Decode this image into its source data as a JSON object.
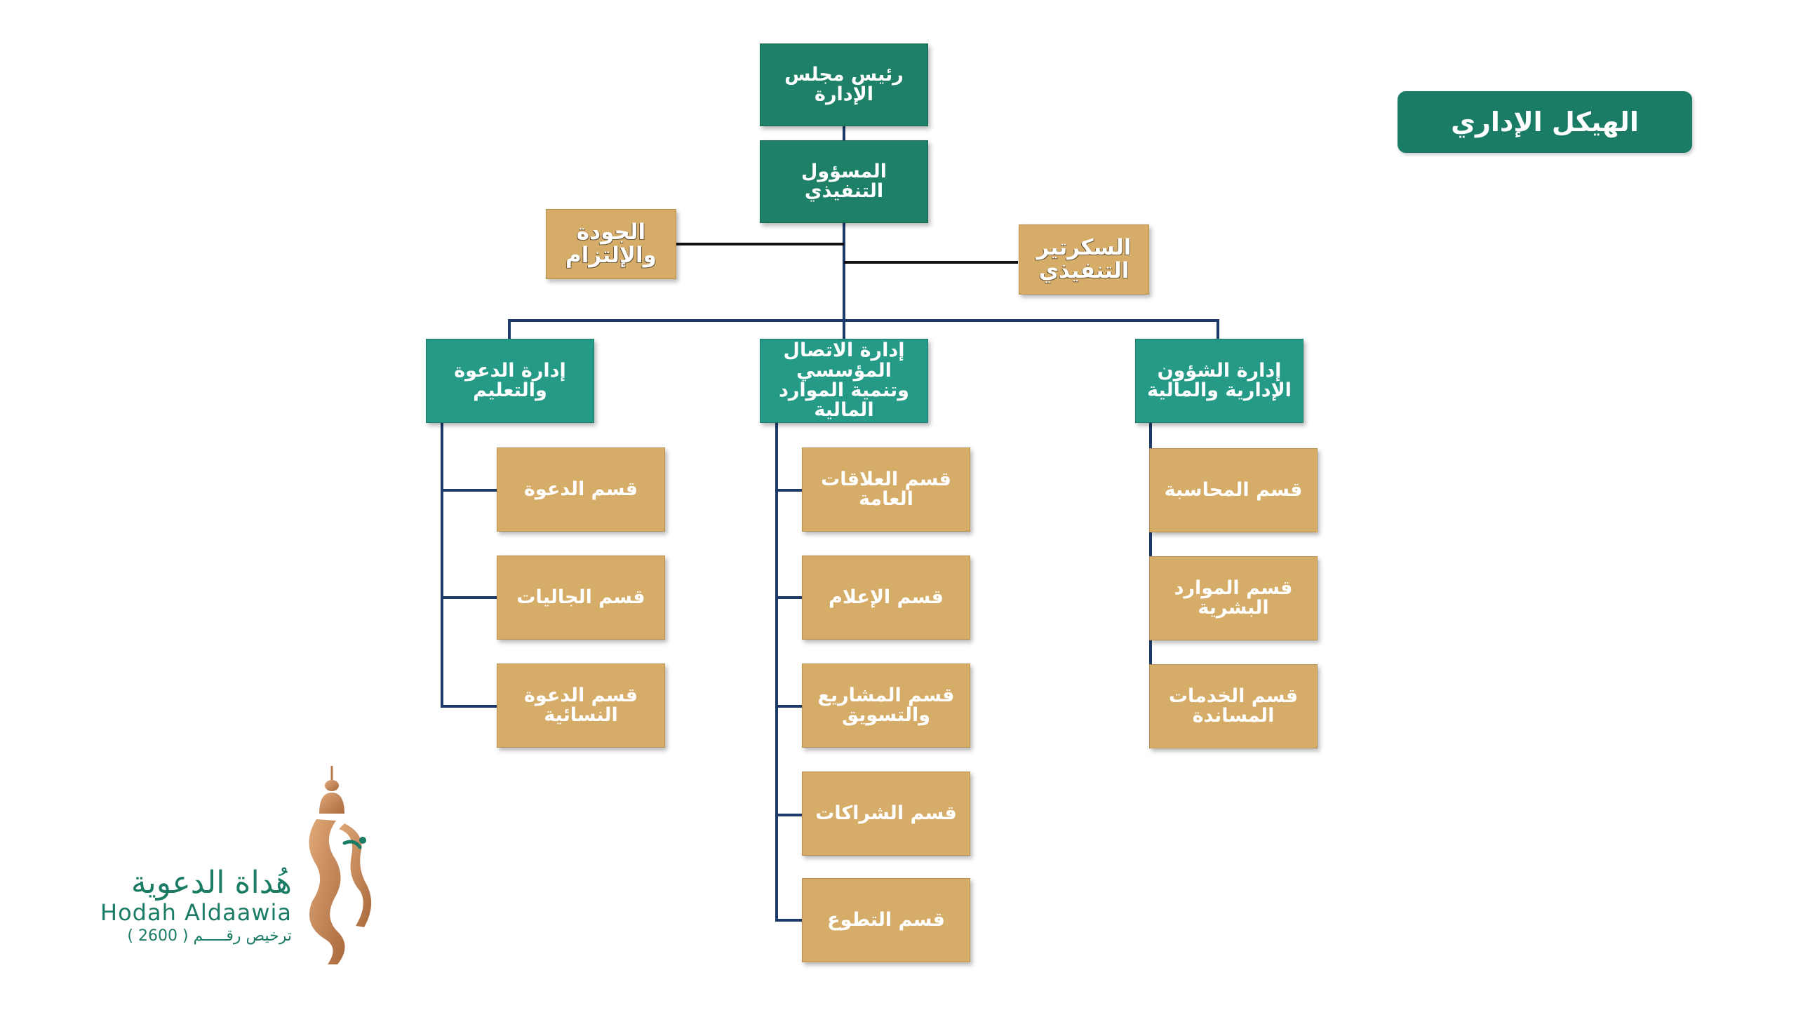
{
  "title": "الهيكل الإداري",
  "chairman": "رئيس مجلس الإدارة",
  "ceo": "المسؤول التنفيذي",
  "quality": "الجودة والإلتزام",
  "secretary": "السكرتير التنفيذي",
  "departments": {
    "dawah": {
      "name": "إدارة الدعوة والتعليم",
      "sections": [
        "قسم الدعوة",
        "قسم الجاليات",
        "قسم الدعوة النسائية"
      ]
    },
    "comm": {
      "name": "إدارة الاتصال المؤسسي وتنمية الموارد المالية",
      "sections": [
        "قسم العلاقات العامة",
        "قسم الإعلام",
        "قسم المشاريع والتسويق",
        "قسم الشراكات",
        "قسم التطوع"
      ]
    },
    "admin": {
      "name": "إدارة الشؤون الإدارية والمالية",
      "sections": [
        "قسم المحاسبة",
        "قسم الموارد البشرية",
        "قسم الخدمات المساندة"
      ]
    }
  },
  "logo": {
    "arabic_name": "هُداة الدعوية",
    "english_name": "Hodah Aldaawia",
    "license": "ترخيص رقـــــم ( 2600 )"
  },
  "colors": {
    "dark_green": "#1f8068",
    "teal": "#259a86",
    "gold": "#d5ac68",
    "connector": "#1c3b6b"
  }
}
